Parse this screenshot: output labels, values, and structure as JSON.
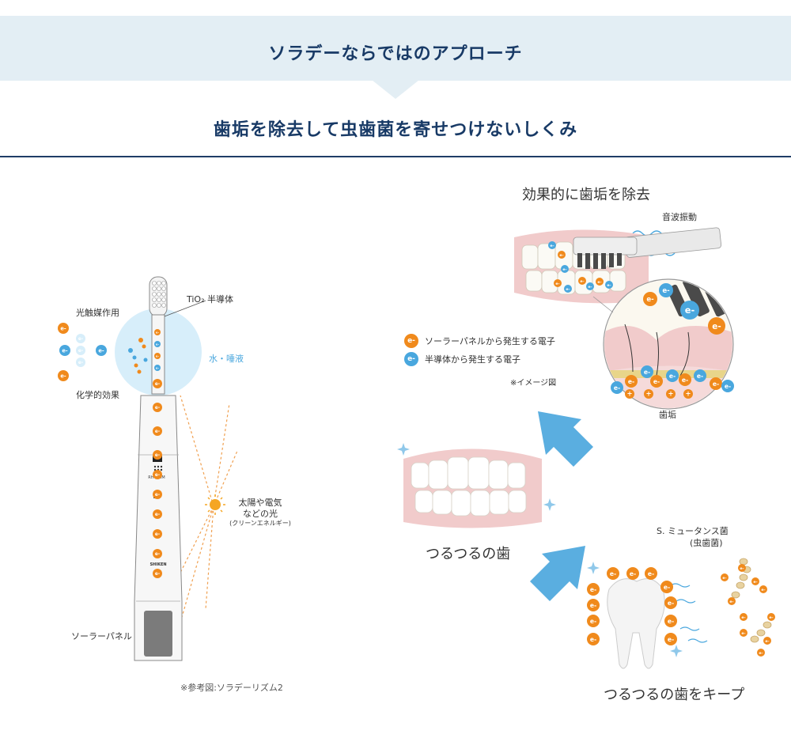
{
  "header": {
    "title": "ソラデーならではのアプローチ",
    "subtitle": "歯垢を除去して虫歯菌を寄せつけないしくみ"
  },
  "left": {
    "photocatalyst_label": "光触媒作用",
    "chemical_label": "化学的効果",
    "tio2_label": "TiO₂ 半導体",
    "water_label": "水・唾液",
    "light_label_line1": "太陽や電気",
    "light_label_line2": "などの光",
    "light_label_line3": "(クリーンエネルギー)",
    "solar_panel_label": "ソーラーパネル",
    "reference_note": "※参考図:ソラデーリズム2",
    "brush_brand": "SHIKEN",
    "brush_model": "RHYTHM"
  },
  "right": {
    "effect_title": "効果的に歯垢を除去",
    "sonic_label": "音波振動",
    "legend": [
      {
        "symbol": "e-",
        "text": "ソーラーパネルから発生する電子",
        "color": "#f08a1c"
      },
      {
        "symbol": "e-",
        "text": "半導体から発生する電子",
        "color": "#49a7de"
      }
    ],
    "image_note": "※イメージ図",
    "plaque_label": "歯垢",
    "smooth_teeth_label": "つるつるの歯",
    "bacteria_label_line1": "S. ミュータンス菌",
    "bacteria_label_line2": "(虫歯菌)",
    "keep_label": "つるつるの歯をキープ"
  },
  "electron_symbol": "e-",
  "plus_symbol": "+",
  "colors": {
    "header_band": "#e3eef4",
    "navy": "#183a66",
    "orange_electron": "#f08a1c",
    "blue_electron": "#49a7de",
    "arrow_blue": "#5aaee0",
    "gum_pink": "#f1cbcb"
  }
}
